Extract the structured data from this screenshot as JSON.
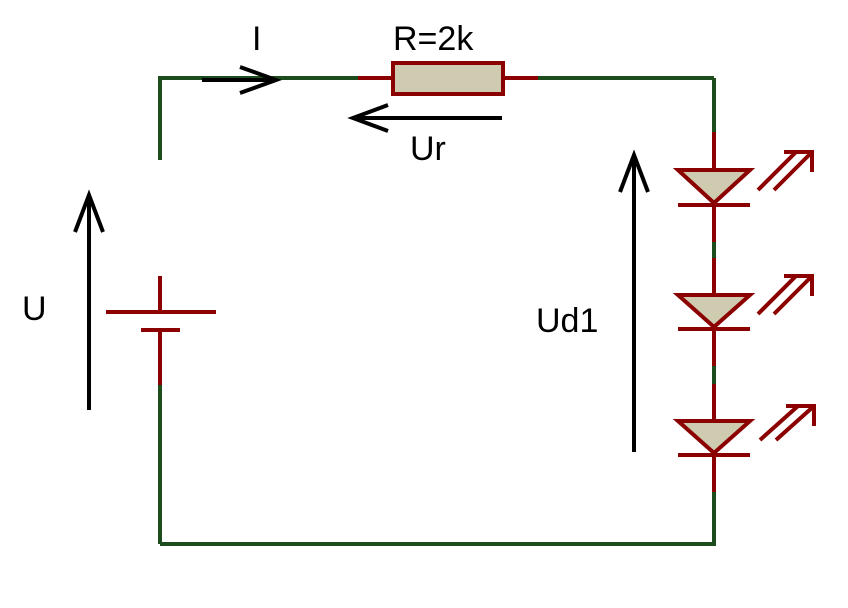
{
  "labels": {
    "current": "I",
    "resistor": "R=2k",
    "resistor_voltage": "Ur",
    "source_voltage": "U",
    "led_voltage": "Ud1"
  },
  "colors": {
    "wire": "#1d4d1d",
    "component": "#8b0000",
    "body_fill": "#cfcbb0",
    "arrow": "#000000"
  },
  "components": {
    "resistor": {
      "type": "resistor"
    },
    "source": {
      "type": "battery"
    },
    "leds": [
      {
        "type": "led"
      },
      {
        "type": "led"
      },
      {
        "type": "led"
      }
    ]
  }
}
